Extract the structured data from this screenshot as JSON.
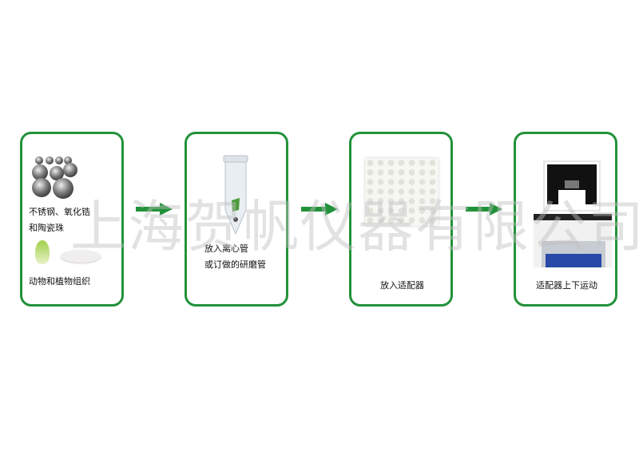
{
  "steps": [
    {
      "label_lines": [
        "不锈钢、氧化锆",
        "和陶瓷珠"
      ],
      "label2": "动物和植物组织"
    },
    {
      "label_lines": [
        "放入离心管",
        "或订做的研磨管"
      ]
    },
    {
      "label_lines": [
        "放入适配器"
      ]
    },
    {
      "label_lines": [
        "适配器上下运动"
      ]
    }
  ],
  "watermark": "上海贺帆仪器有限公司",
  "colors": {
    "accent": "#22923a"
  }
}
